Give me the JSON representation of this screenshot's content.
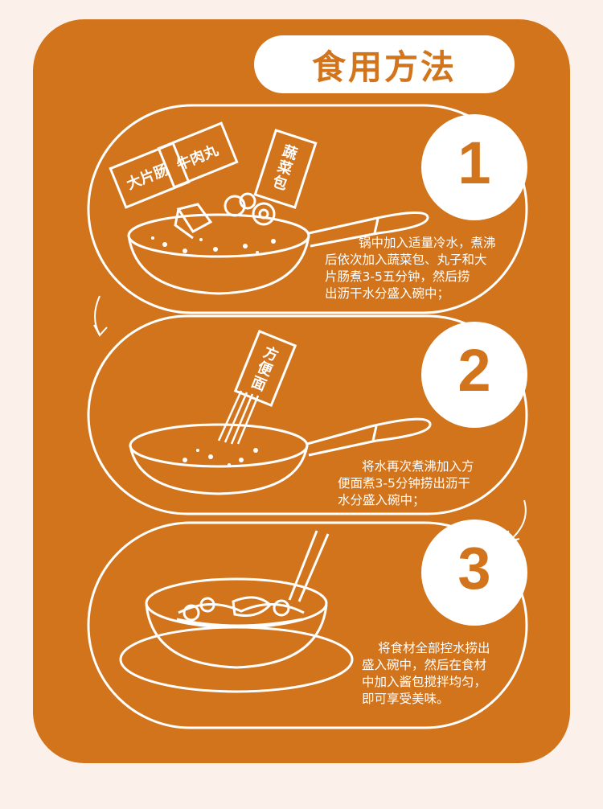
{
  "title": "食用方法",
  "colors": {
    "accent": "#d2741c",
    "background": "#fbf1ea",
    "line": "#ffffff"
  },
  "steps": [
    {
      "number": "1",
      "lines": [
        "锅中加入适量冷水，煮沸",
        "后依次加入蔬菜包、丸子和大",
        "片肠煮3-5五分钟，然后捞",
        "出沥干水分盛入碗中；"
      ]
    },
    {
      "number": "2",
      "lines": [
        "将水再次煮沸加入方",
        "便面煮3-5分钟捞出沥干",
        "水分盛入碗中；"
      ]
    },
    {
      "number": "3",
      "lines": [
        "将食材全部控水捞出",
        "盛入碗中，然后在食材",
        "中加入酱包搅拌均匀，",
        "即可享受美味。"
      ]
    }
  ],
  "tags": {
    "sausage": "大片肠",
    "meatball": "牛肉丸",
    "vegetable": "蔬菜包",
    "noodle": "方便面"
  },
  "icons": [
    "pan-icon",
    "bowl-icon",
    "chopsticks-icon",
    "arrow-icon"
  ]
}
